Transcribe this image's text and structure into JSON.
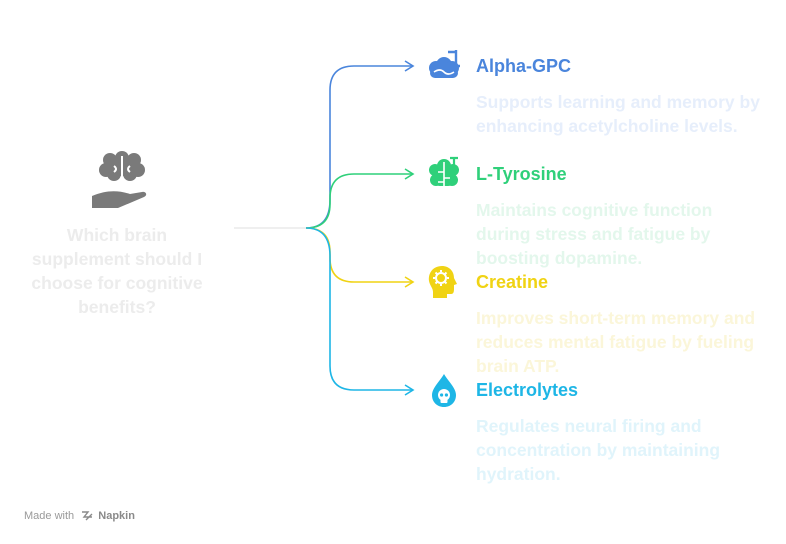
{
  "colors": {
    "root_text": "#ececec",
    "root_icon": "#7a7a7a",
    "branch_1": "#4a85dc",
    "branch_2": "#2fd07a",
    "branch_3": "#f0d314",
    "branch_4": "#1eb6e6"
  },
  "root": {
    "icon": "brain-hand-icon",
    "text": "Which brain supplement should I choose for cognitive benefits?"
  },
  "branches": [
    {
      "icon": "brain-scale-icon",
      "title": "Alpha-GPC",
      "description": "Supports learning and memory by enhancing acetylcholine levels.",
      "color": "#4a85dc",
      "desc_color": "#e6eefb"
    },
    {
      "icon": "brain-circuit-icon",
      "title": "L-Tyrosine",
      "description": "Maintains cognitive function during stress and fatigue by boosting dopamine.",
      "color": "#2fd07a",
      "desc_color": "#e3f7ec"
    },
    {
      "icon": "head-gear-icon",
      "title": "Creatine",
      "description": "Improves short-term memory and reduces mental fatigue by fueling brain ATP.",
      "color": "#f0d314",
      "desc_color": "#fbf6d9"
    },
    {
      "icon": "water-drop-skull-icon",
      "title": "Electrolytes",
      "description": "Regulates neural firing and concentration by maintaining hydration.",
      "color": "#1eb6e6",
      "desc_color": "#e0f4fb"
    }
  ],
  "footer": {
    "made_with": "Made with",
    "brand": "Napkin"
  }
}
